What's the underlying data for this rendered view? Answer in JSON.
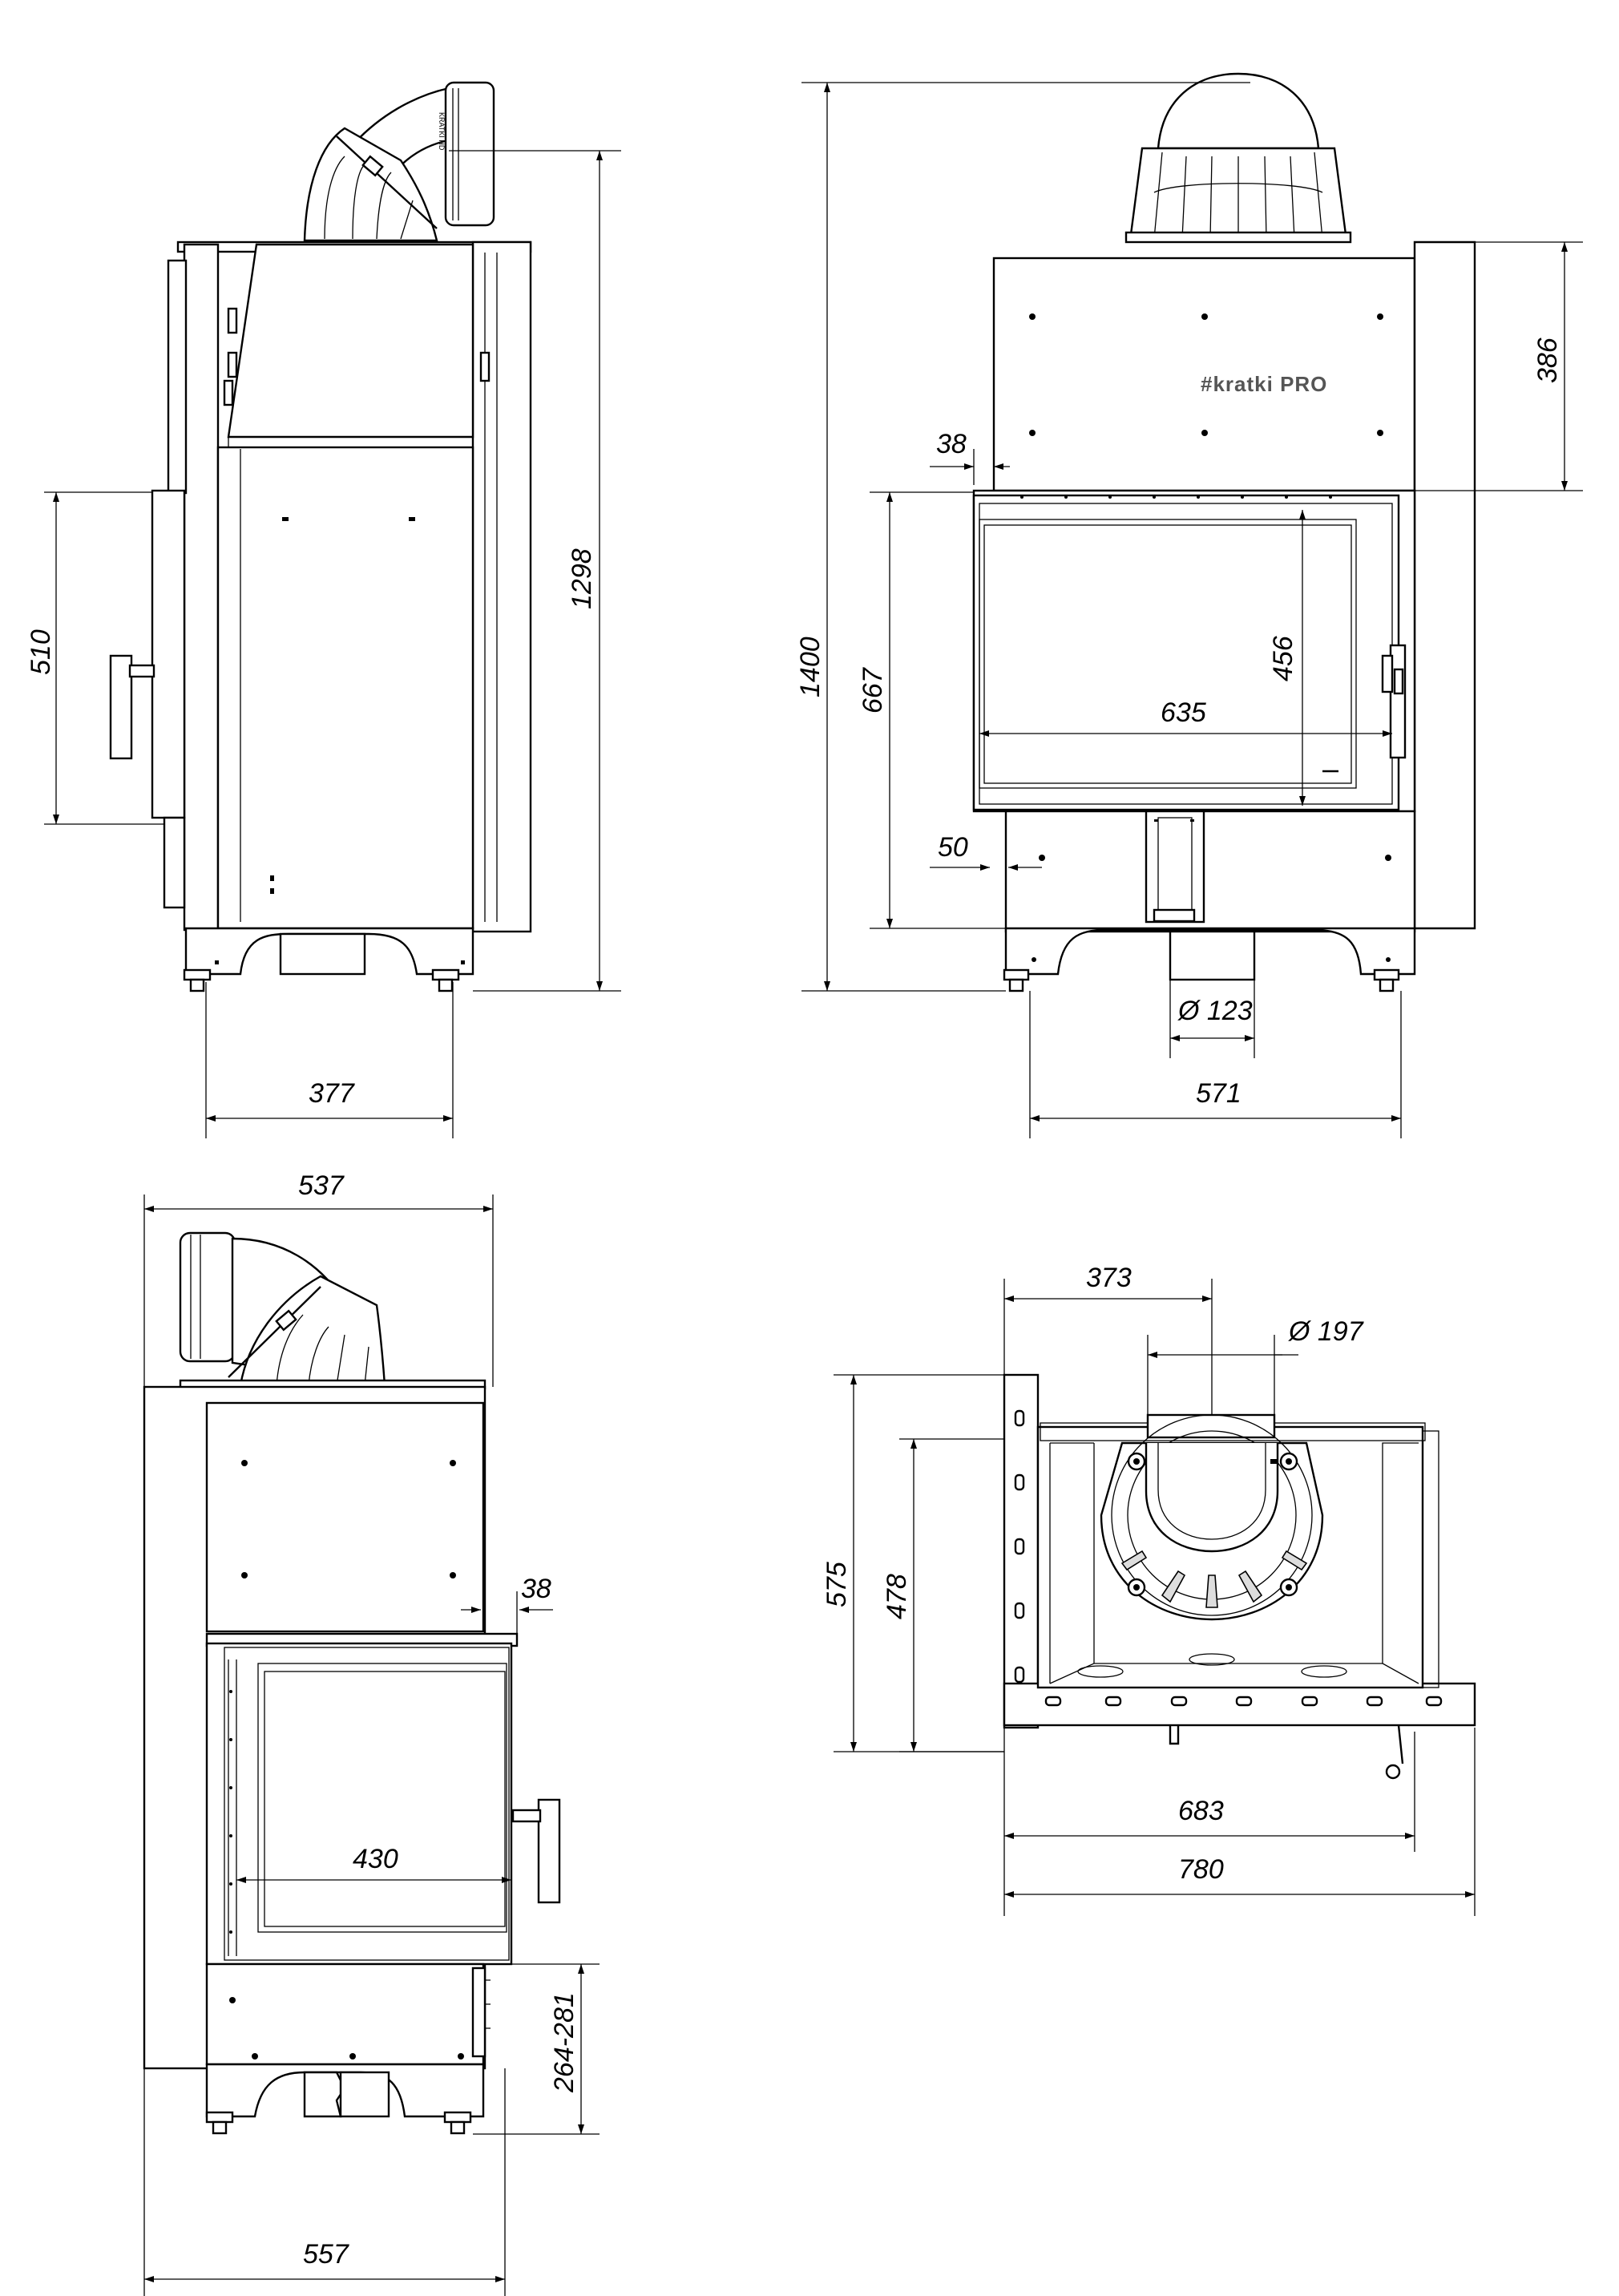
{
  "brand": {
    "logo_text": "#kratki PRO"
  },
  "pipe_label": "KRATKI HD",
  "colors": {
    "line": "#000000",
    "background": "#ffffff",
    "logo": "#555555"
  },
  "views": {
    "side": {
      "dims": {
        "depth": "377",
        "door_height": "510",
        "total_height": "1298"
      }
    },
    "front": {
      "dims": {
        "total_height": "1400",
        "top_height": "386",
        "offset_top": "38",
        "opening_height": "667",
        "glass_height": "456",
        "glass_width": "635",
        "offset_bottom": "50",
        "inlet_dia": "Ø 123",
        "base_width": "571"
      }
    },
    "corner": {
      "dims": {
        "top_width": "537",
        "offset": "38",
        "glass_width": "430",
        "leg_height": "264-281",
        "base_width": "557"
      }
    },
    "top": {
      "dims": {
        "flue_offset": "373",
        "flue_dia": "Ø 197",
        "depth_outer": "575",
        "depth_inner": "478",
        "width_inner": "683",
        "width_outer": "780"
      }
    }
  }
}
